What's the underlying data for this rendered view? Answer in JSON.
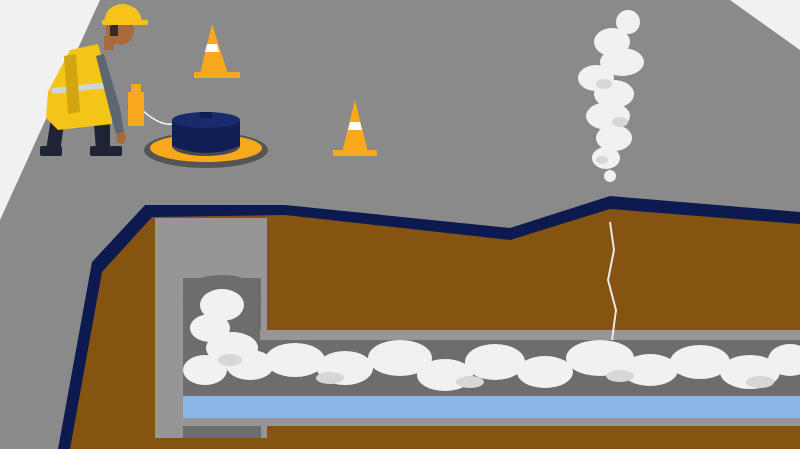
{
  "scene": {
    "description_free": true,
    "colors": {
      "sky": "#f1f1f1",
      "road": "#8a8a8a",
      "outline": "#0d1a4f",
      "soil": "#845410",
      "shaft": "#969696",
      "pipe_inner": "#6d6d6d",
      "water": "#8cb4e6",
      "smoke": "#f1f1f1",
      "smoke_shade": "#d7d7d7",
      "cone": "#f7a81c",
      "vest": "#f4c417",
      "helmet": "#f7c21c",
      "manhole_ring": "#f7a81c",
      "blower": "#0f1e55"
    },
    "icons": [
      "worker-figure",
      "traffic-cone",
      "traffic-cone",
      "smoke-blower",
      "smoke-plume",
      "ground-crack"
    ]
  }
}
